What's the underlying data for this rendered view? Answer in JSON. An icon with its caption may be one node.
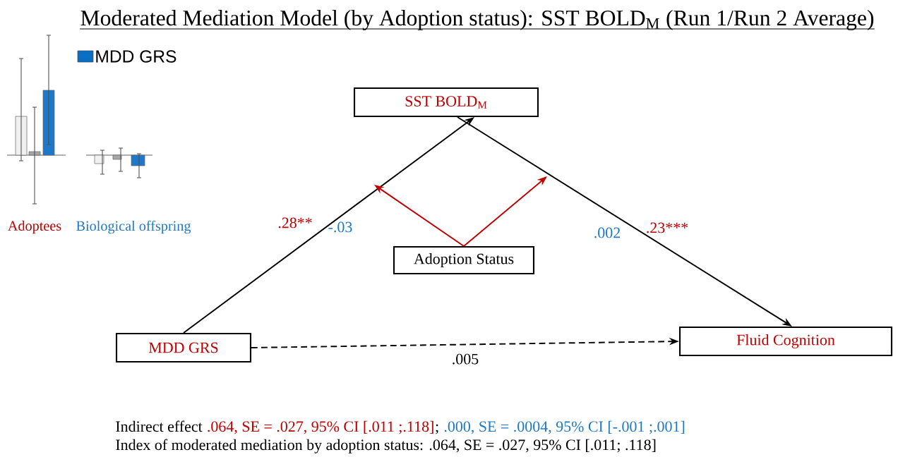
{
  "diagram": {
    "title": "Moderated Mediation Model (by Adoption status): SST BOLD$_{M}$ (Run 1/Run 2 Average)",
    "nodes": [
      {
        "text": [
          "SST BOLD$_{M}$"
        ]
      },
      {
        "text": [
          "Adoption Status"
        ]
      },
      {
        "text": [
          "MDD GRS"
        ]
      },
      {
        "text": [
          "Fluid Cognition"
        ]
      }
    ],
    "edges": [
      {
        "from": 2,
        "to": 0,
        "arrow": "to"
      },
      {
        "from": 0,
        "to": 3,
        "arrow": "to"
      },
      {
        "from": 2,
        "to": 3,
        "arrow": "to",
        "style": "dashed",
        "label": ".005"
      },
      {
        "from": 1,
        "to": null,
        "arrow": "to",
        "color": "#c00000"
      },
      {
        "from": 1,
        "to": null,
        "arrow": "to",
        "color": "#c00000"
      }
    ],
    "labels": [
      "Adoptees",
      "Biological offspring",
      ".28**",
      "-.03",
      ".002",
      ".23***",
      "Indirect effect",
      ".064, SE = .027, 95% CI [.011 ;.118]",
      ";",
      ".000, SE = .0004, 95% CI [-.001 ;.001]",
      "Index of moderated mediation by adoption status: .064, SE = .027, 95% CI [.011; .118]"
    ],
    "legend": [
      {
        "text": "MDD GRS",
        "color": "#0a6fc2"
      }
    ]
  }
}
